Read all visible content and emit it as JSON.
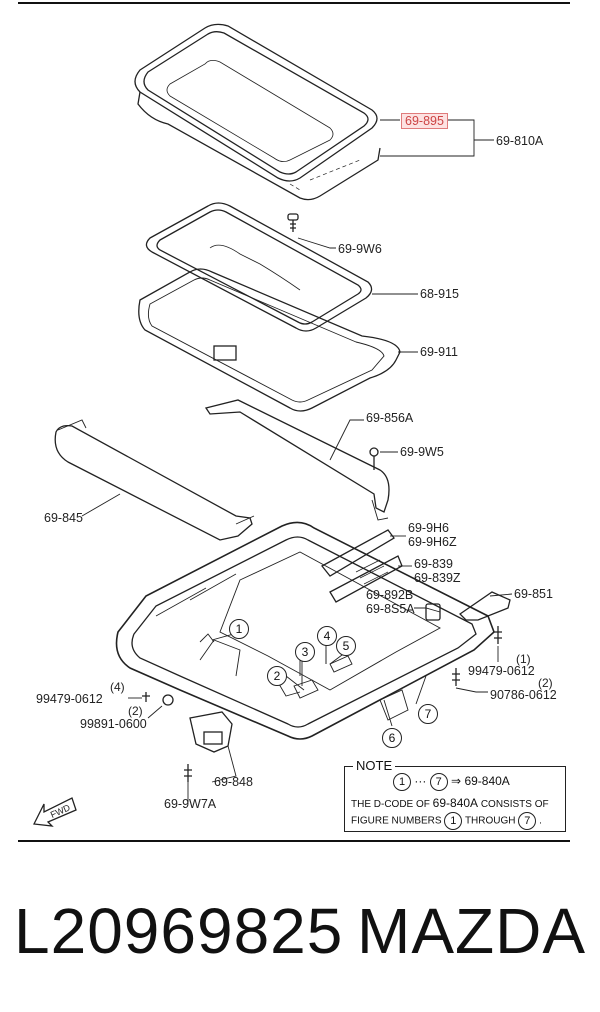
{
  "labels": {
    "p69_895": "69-895",
    "p69_810A": "69-810A",
    "p69_9W6": "69-9W6",
    "p68_915": "68-915",
    "p69_911": "69-911",
    "p69_856A": "69-856A",
    "p69_9W5": "69-9W5",
    "p69_845": "69-845",
    "p69_9H6": "69-9H6",
    "p69_9H6Z": "69-9H6Z",
    "p69_839": "69-839",
    "p69_839Z": "69-839Z",
    "p69_892B": "69-892B",
    "p69_8S5A": "69-8S5A",
    "p69_851": "69-851",
    "p99479_0612_r": "99479-0612",
    "p90786_0612": "90786-0612",
    "p99479_0612_l": "99479-0612",
    "p99891_0600": "99891-0600",
    "p69_848": "69-848",
    "p69_9W7A": "69-9W7A"
  },
  "circles": [
    "1",
    "2",
    "3",
    "4",
    "5",
    "6",
    "7"
  ],
  "parens": {
    "r1": "(1)",
    "r2": "(2)",
    "l4": "(4)",
    "l2": "(2)"
  },
  "note": {
    "title": "NOTE",
    "c1": "1",
    "dots": "···",
    "c7": "7",
    "arrow": "⇒",
    "target": "69-840A",
    "line2_a": "THE D-CODE OF",
    "line2_b": "69-840A",
    "line2_c": "CONSISTS OF",
    "line3_a": "FIGURE NUMBERS",
    "line3_c1": "1",
    "line3_b": "THROUGH",
    "line3_c7": "7",
    "line3_end": "."
  },
  "fwd": "FWD",
  "footer": {
    "part_number": "L20969825",
    "brand": "MAZDA"
  },
  "colors": {
    "highlight": "#e07b7b",
    "ink": "#222222"
  }
}
